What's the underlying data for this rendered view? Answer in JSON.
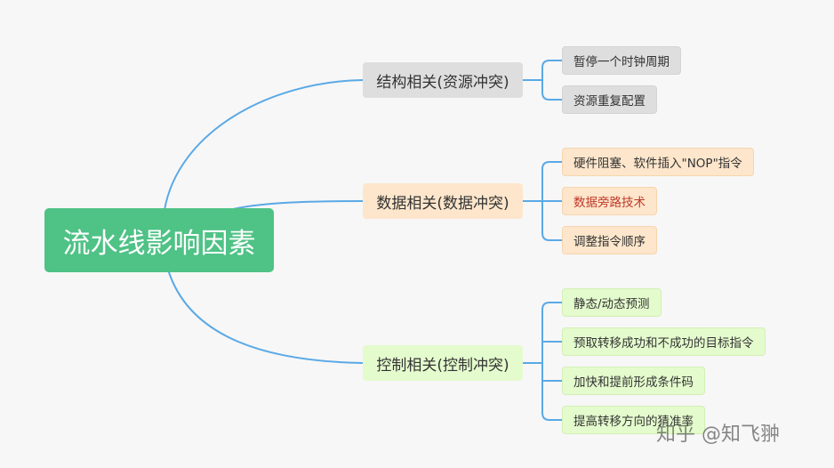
{
  "root": {
    "label": "流水线影响因素",
    "color": "#4fc286"
  },
  "connector_color": "#5aa9e6",
  "branches": [
    {
      "label": "结构相关(资源冲突)",
      "color": "#dedede",
      "leaves": [
        {
          "label": "暂停一个时钟周期"
        },
        {
          "label": "资源重复配置"
        }
      ]
    },
    {
      "label": "数据相关(数据冲突)",
      "color": "#fde6cb",
      "leaves": [
        {
          "label": "硬件阻塞、软件插入\"NOP\"指令"
        },
        {
          "label": "数据旁路技术",
          "highlight": true,
          "text_color": "#c0392b"
        },
        {
          "label": "调整指令顺序"
        }
      ]
    },
    {
      "label": "控制相关(控制冲突)",
      "color": "#e4fbcd",
      "leaves": [
        {
          "label": "静态/动态预测"
        },
        {
          "label": "预取转移成功和不成功的目标指令"
        },
        {
          "label": "加快和提前形成条件码"
        },
        {
          "label": "提高转移方向的猜准率"
        }
      ]
    }
  ],
  "watermark": "知乎 @知飞翀"
}
